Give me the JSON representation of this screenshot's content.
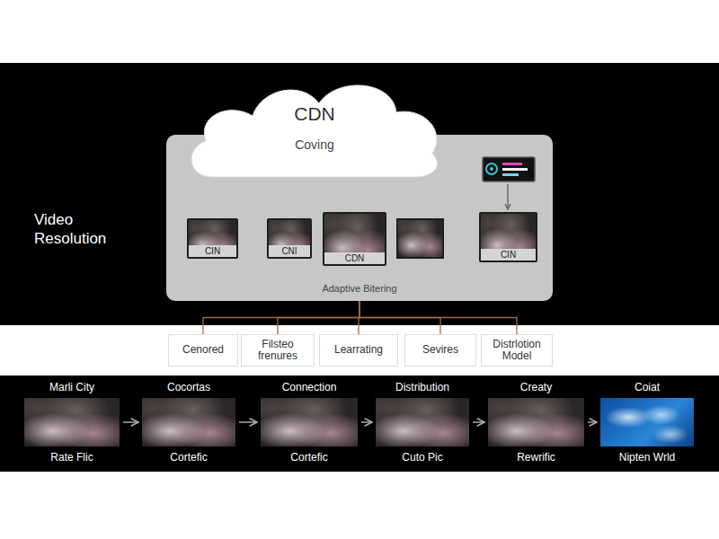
{
  "diagram": {
    "nodes": [
      {
        "text": [
          "CDN",
          "Coving"
        ]
      },
      {
        "text": [
          "Adaptive Bitering"
        ]
      },
      {
        "text": [
          "CIN"
        ],
        "in": 1
      },
      {
        "text": [
          "CNI"
        ],
        "in": 1
      },
      {
        "text": [
          "CDN"
        ],
        "in": 1
      },
      {
        "text": [
          "CIN"
        ],
        "in": 1
      },
      {
        "text": [
          "Cenored"
        ]
      },
      {
        "text": [
          "Filsteo frenures"
        ]
      },
      {
        "text": [
          "Learrating"
        ]
      },
      {
        "text": [
          "Sevires"
        ]
      },
      {
        "text": [
          "Distrlotion Model"
        ]
      },
      {
        "text": [
          "Marli City",
          "Rate Flic"
        ]
      },
      {
        "text": [
          "Cocortas",
          "Cortefic"
        ]
      },
      {
        "text": [
          "Connection",
          "Cortefic"
        ]
      },
      {
        "text": [
          "Distribution",
          "Cuto Pic"
        ]
      },
      {
        "text": [
          "Creaty",
          "Rewrific"
        ]
      },
      {
        "text": [
          "Coiat",
          "Nipten Wrld"
        ]
      }
    ],
    "edges": [
      {
        "from": 1,
        "to": 6,
        "arrow": "none"
      },
      {
        "from": 1,
        "to": 7,
        "arrow": "none"
      },
      {
        "from": 1,
        "to": 8,
        "arrow": "none"
      },
      {
        "from": 1,
        "to": 9,
        "arrow": "none"
      },
      {
        "from": 1,
        "to": 10,
        "arrow": "none"
      },
      {
        "from": 11,
        "to": 12,
        "arrow": "to"
      },
      {
        "from": 12,
        "to": 13,
        "arrow": "to"
      },
      {
        "from": 13,
        "to": 14,
        "arrow": "to"
      },
      {
        "from": 14,
        "to": 15,
        "arrow": "to"
      },
      {
        "from": 15,
        "to": 16,
        "arrow": "to"
      }
    ],
    "labels": [
      "Video Resolution"
    ]
  }
}
